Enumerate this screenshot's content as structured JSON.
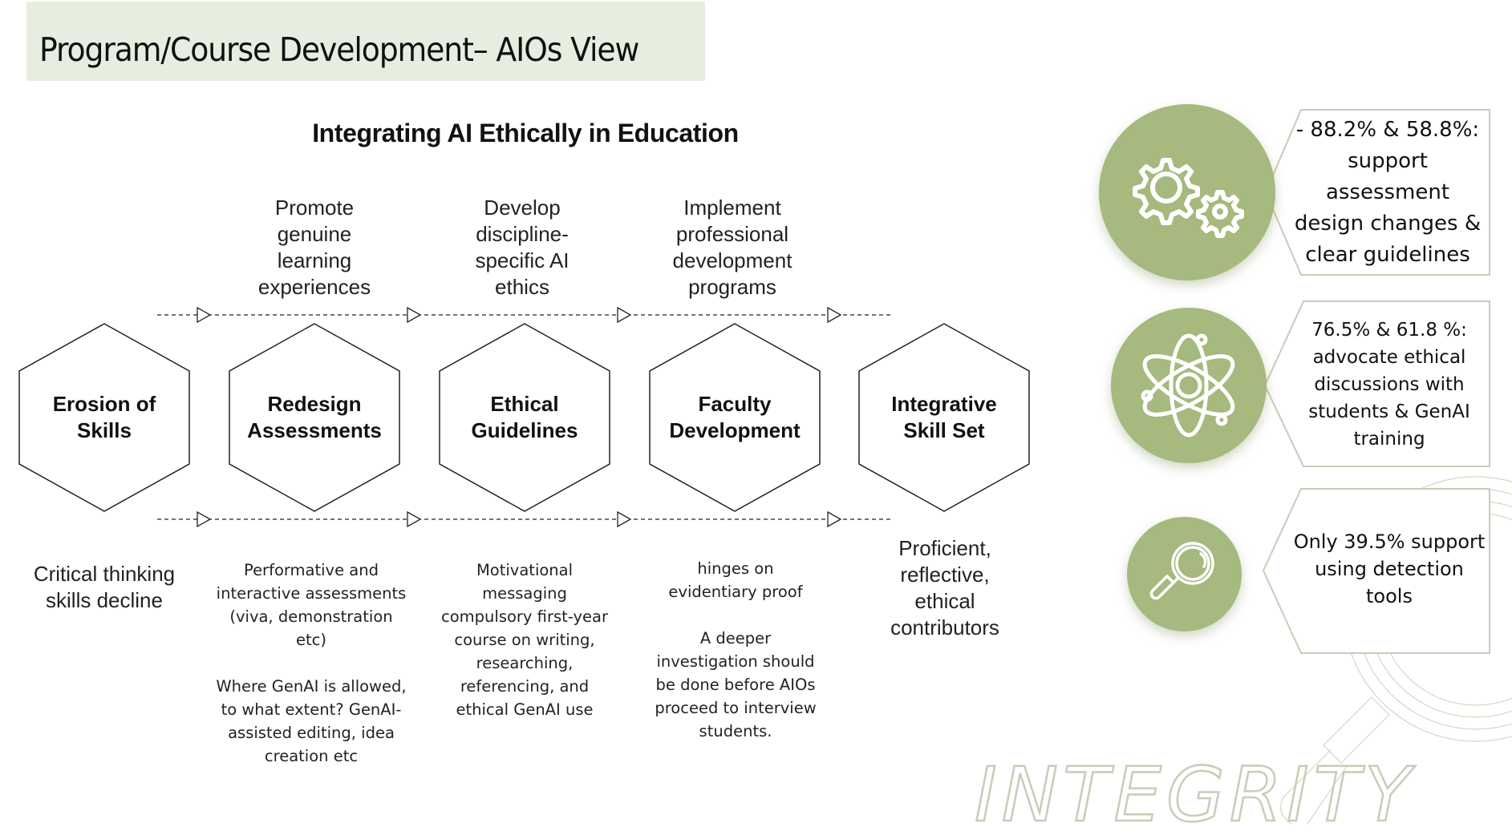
{
  "header": {
    "title": "Program/Course Development– AIOs View",
    "background": "#e8eedf"
  },
  "diagram": {
    "title": "Integrating AI Ethically in Education",
    "step_labels": [
      "Promote\ngenuine\nlearning\nexperiences",
      "Develop\ndiscipline-\nspecific AI\nethics",
      "Implement\nprofessional\ndevelopment\nprograms"
    ],
    "hexagons": [
      {
        "label": "Erosion of\nSkills"
      },
      {
        "label": "Redesign\nAssessments"
      },
      {
        "label": "Ethical\nGuidelines"
      },
      {
        "label": "Faculty\nDevelopment"
      },
      {
        "label": "Integrative\nSkill Set"
      }
    ],
    "descriptions": [
      "Critical thinking\nskills decline",
      "Performative and\ninteractive assessments\n(viva, demonstration\netc)\n\nWhere GenAI is allowed,\nto what extent? GenAI-\nassisted editing, idea\ncreation etc",
      "Motivational\nmessaging\ncompulsory first-year\ncourse on writing,\nresearching,\nreferencing, and\nethical GenAI use",
      "hinges on\nevidentiary proof\n\nA deeper\ninvestigation should\nbe done before AIOs\nproceed to interview\nstudents.",
      "Proficient,\nreflective,\nethical\ncontributors"
    ]
  },
  "stats": [
    {
      "icon": "gears-icon",
      "text": "- 88.2% & 58.8%:\nsupport\nassessment\ndesign changes &\nclear guidelines"
    },
    {
      "icon": "atom-icon",
      "text": "76.5% & 61.8 %:\nadvocate ethical\ndiscussions with\nstudents & GenAI\ntraining"
    },
    {
      "icon": "magnifier-icon",
      "text": "Only 39.5% support\nusing detection\ntools"
    }
  ],
  "watermark": {
    "text": "INTEGRITY"
  },
  "colors": {
    "accent_green": "#a6b97e",
    "callout_border": "#c9cbb8",
    "watermark": "#c8cdb7"
  }
}
